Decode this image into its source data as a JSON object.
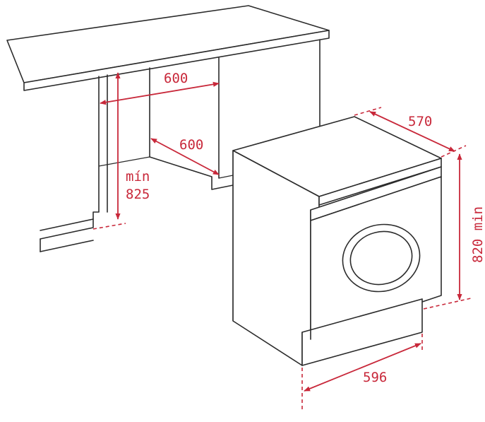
{
  "colors": {
    "dimension": "#c8283a",
    "outline": "#2b2b2b",
    "background": "#ffffff"
  },
  "dimensions": {
    "niche_width": "600",
    "niche_depth": "600",
    "niche_height_label": "mín",
    "niche_height": "825",
    "appliance_depth": "570",
    "appliance_height": "820 min",
    "appliance_width": "596"
  }
}
